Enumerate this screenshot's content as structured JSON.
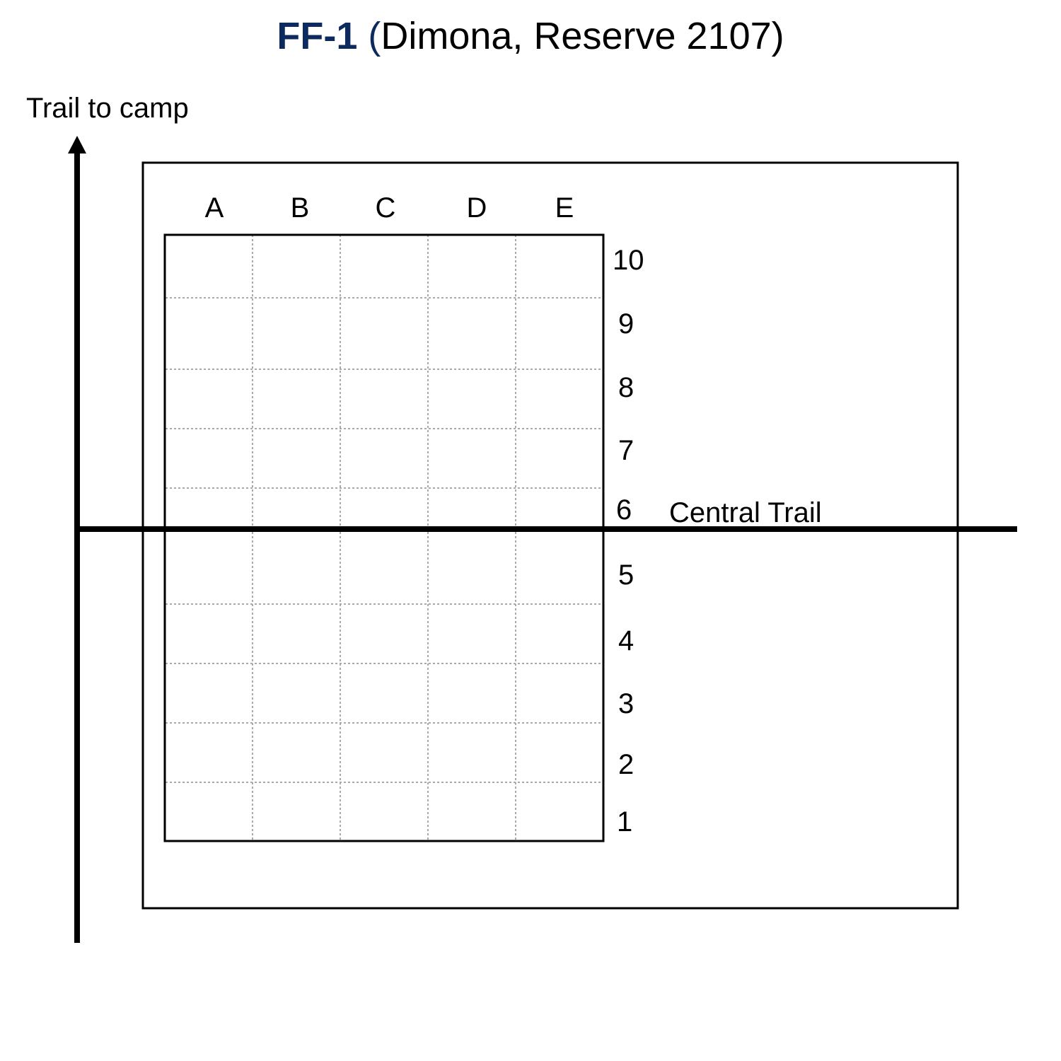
{
  "title": {
    "code": "FF-1",
    "open_paren": "(",
    "location": "Dimona, Reserve 2107)",
    "accent_color": "#0d2a5e"
  },
  "labels": {
    "trail_to_camp": "Trail to camp",
    "central_trail": "Central Trail"
  },
  "grid": {
    "columns": [
      "A",
      "B",
      "C",
      "D",
      "E"
    ],
    "rows": [
      "10",
      "9",
      "8",
      "7",
      "6",
      "5",
      "4",
      "3",
      "2",
      "1"
    ],
    "gridline_color": "#aaaaaa",
    "line_color": "#000000"
  }
}
